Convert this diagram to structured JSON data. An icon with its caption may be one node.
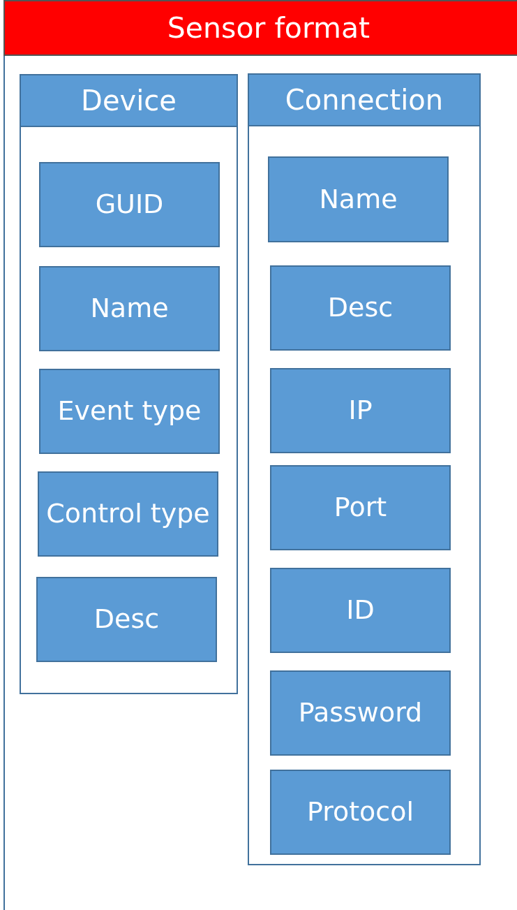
{
  "diagram": {
    "nodes": [
      {
        "text": [
          "Sensor format"
        ]
      },
      {
        "text": [
          "Device"
        ],
        "in": 0
      },
      {
        "text": [
          "GUID"
        ],
        "in": 1
      },
      {
        "text": [
          "Name"
        ],
        "in": 1
      },
      {
        "text": [
          "Event type"
        ],
        "in": 1
      },
      {
        "text": [
          "Control type"
        ],
        "in": 1
      },
      {
        "text": [
          "Desc"
        ],
        "in": 1
      },
      {
        "text": [
          "Connection"
        ],
        "in": 0
      },
      {
        "text": [
          "Name"
        ],
        "in": 7
      },
      {
        "text": [
          "Desc"
        ],
        "in": 7
      },
      {
        "text": [
          "IP"
        ],
        "in": 7
      },
      {
        "text": [
          "Port"
        ],
        "in": 7
      },
      {
        "text": [
          "ID"
        ],
        "in": 7
      },
      {
        "text": [
          "Password"
        ],
        "in": 7
      },
      {
        "text": [
          "Protocol"
        ],
        "in": 7
      }
    ]
  }
}
